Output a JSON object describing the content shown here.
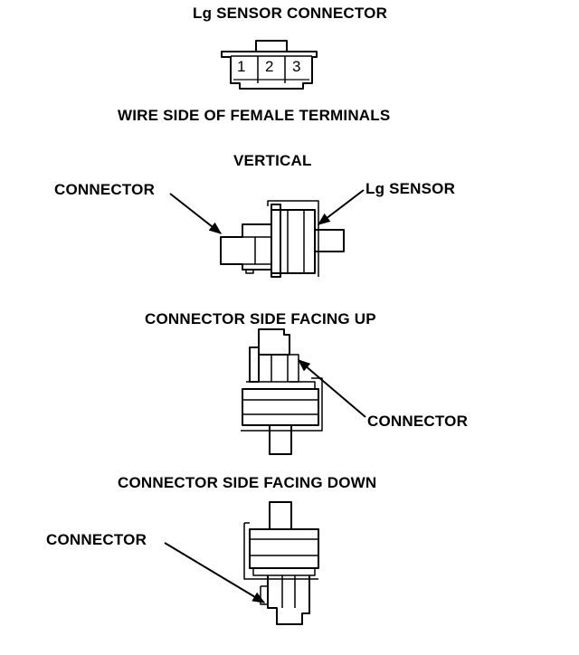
{
  "top": {
    "title": "Lg SENSOR CONNECTOR",
    "terminals": [
      "1",
      "2",
      "3"
    ],
    "caption": "WIRE SIDE OF FEMALE TERMINALS"
  },
  "vertical": {
    "heading": "VERTICAL",
    "connector_label": "CONNECTOR",
    "sensor_label": "Lg SENSOR"
  },
  "facing_up": {
    "heading": "CONNECTOR SIDE FACING UP",
    "connector_label": "CONNECTOR"
  },
  "facing_down": {
    "heading": "CONNECTOR SIDE FACING DOWN",
    "connector_label": "CONNECTOR"
  }
}
